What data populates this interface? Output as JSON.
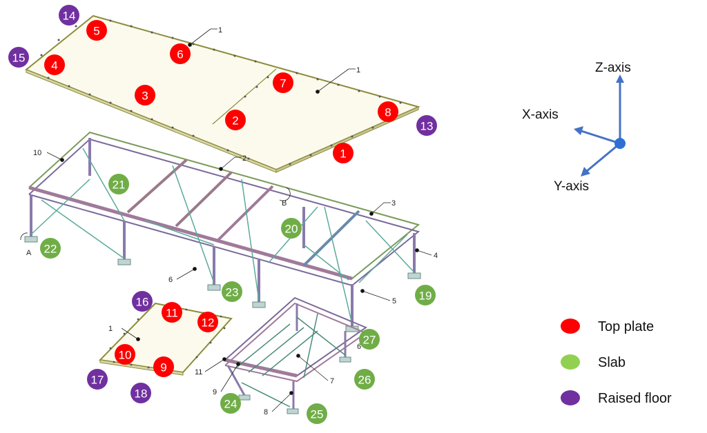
{
  "markers": [
    {
      "num": "1",
      "category": "top_plate"
    },
    {
      "num": "2",
      "category": "top_plate"
    },
    {
      "num": "3",
      "category": "top_plate"
    },
    {
      "num": "4",
      "category": "top_plate"
    },
    {
      "num": "5",
      "category": "top_plate"
    },
    {
      "num": "6",
      "category": "top_plate"
    },
    {
      "num": "7",
      "category": "top_plate"
    },
    {
      "num": "8",
      "category": "top_plate"
    },
    {
      "num": "9",
      "category": "top_plate"
    },
    {
      "num": "10",
      "category": "top_plate"
    },
    {
      "num": "11",
      "category": "top_plate"
    },
    {
      "num": "12",
      "category": "top_plate"
    },
    {
      "num": "13",
      "category": "raised_floor"
    },
    {
      "num": "14",
      "category": "raised_floor"
    },
    {
      "num": "15",
      "category": "raised_floor"
    },
    {
      "num": "16",
      "category": "raised_floor"
    },
    {
      "num": "17",
      "category": "raised_floor"
    },
    {
      "num": "18",
      "category": "raised_floor"
    },
    {
      "num": "19",
      "category": "slab"
    },
    {
      "num": "20",
      "category": "slab"
    },
    {
      "num": "21",
      "category": "slab"
    },
    {
      "num": "22",
      "category": "slab"
    },
    {
      "num": "23",
      "category": "slab"
    },
    {
      "num": "24",
      "category": "slab"
    },
    {
      "num": "25",
      "category": "slab"
    },
    {
      "num": "26",
      "category": "slab"
    },
    {
      "num": "27",
      "category": "slab"
    }
  ],
  "part_labels": [
    "1",
    "1",
    "1",
    "2",
    "3",
    "4",
    "5",
    "6",
    "7",
    "8",
    "9",
    "10",
    "11",
    "A",
    "B",
    "6"
  ],
  "axes": {
    "z_label": "Z-axis",
    "x_label": "X-axis",
    "y_label": "Y-axis",
    "color": "#4472C4"
  },
  "legend": [
    {
      "label": "Top plate",
      "color": "#FF0000",
      "category": "top_plate"
    },
    {
      "label": "Slab",
      "color": "#92D050",
      "category": "slab"
    },
    {
      "label": "Raised floor",
      "color": "#7030A0",
      "category": "raised_floor"
    }
  ],
  "colors": {
    "top_plate": "#FF0000",
    "slab": "#70AD47",
    "raised_floor": "#7030A0",
    "plate_fill": "#FBFAEC",
    "plate_edge": "#8C8C3C"
  }
}
